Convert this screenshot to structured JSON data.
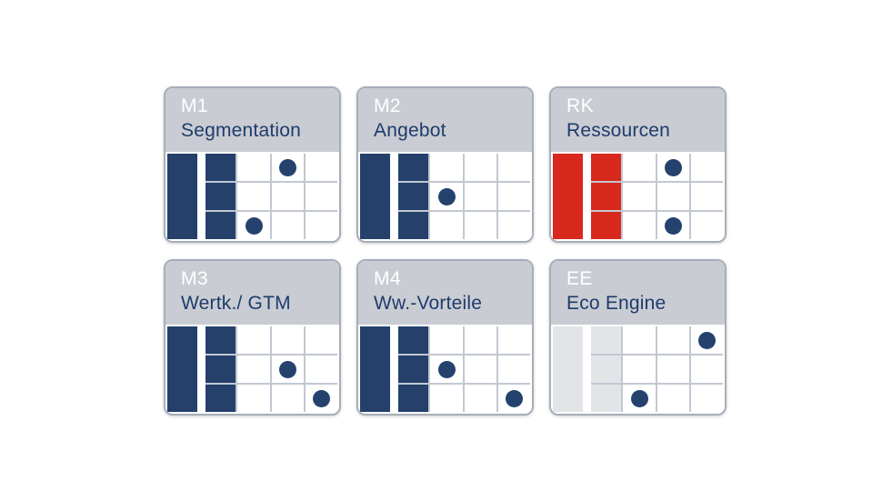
{
  "colors": {
    "navy": "#24406b",
    "red": "#d9291e",
    "light": "#e2e4e8",
    "header_bg": "#c9ccd3",
    "code_text": "#ffffff",
    "title_text": "#1e3c6b",
    "grid_line": "#c2c8d2",
    "cell_bg": "#ffffff",
    "card_border": "#a7aeb9",
    "dot": "#24426d"
  },
  "grid_config": {
    "rows": 3,
    "cols": 5,
    "filled_columns": [
      1,
      2
    ]
  },
  "cards": [
    {
      "code": "M1",
      "title": "Segmentation",
      "fill": "navy",
      "dots": [
        [
          1,
          4
        ],
        [
          3,
          3
        ]
      ]
    },
    {
      "code": "M2",
      "title": "Angebot",
      "fill": "navy",
      "dots": [
        [
          2,
          3
        ]
      ]
    },
    {
      "code": "RK",
      "title": "Ressourcen",
      "fill": "red",
      "dots": [
        [
          1,
          4
        ],
        [
          3,
          4
        ]
      ]
    },
    {
      "code": "M3",
      "title": "Wertk./ GTM",
      "fill": "navy",
      "dots": [
        [
          2,
          4
        ],
        [
          3,
          5
        ]
      ]
    },
    {
      "code": "M4",
      "title": "Ww.-Vorteile",
      "fill": "navy",
      "dots": [
        [
          2,
          3
        ],
        [
          3,
          5
        ]
      ]
    },
    {
      "code": "EE",
      "title": "Eco Engine",
      "fill": "light",
      "dots": [
        [
          1,
          5
        ],
        [
          3,
          3
        ]
      ]
    }
  ]
}
